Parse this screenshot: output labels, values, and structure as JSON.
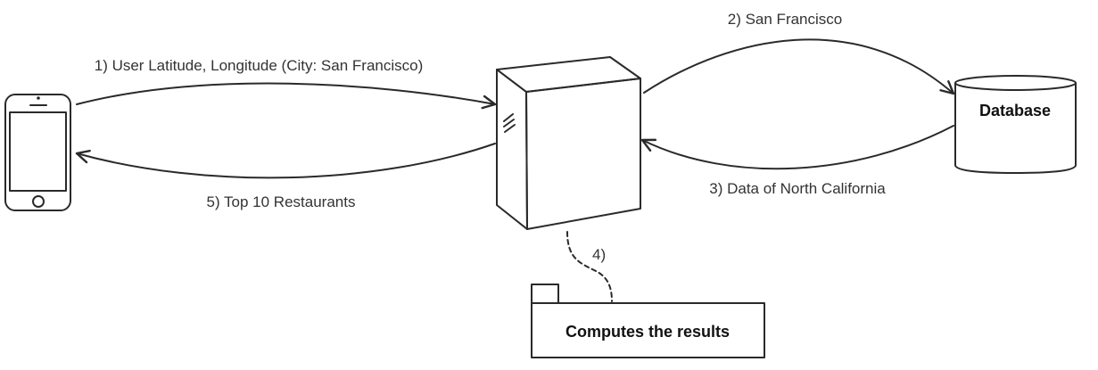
{
  "steps": {
    "step1": "1) User Latitude, Longitude (City: San Francisco)",
    "step2": "2) San Francisco",
    "step3": "3) Data of North California",
    "step4": "4)",
    "step5": "5) Top 10 Restaurants"
  },
  "nodes": {
    "database": "Database",
    "compute": "Computes the results"
  },
  "icons": {
    "client": "phone-icon",
    "server": "server-icon",
    "database": "database-icon",
    "compute": "component-package-icon"
  },
  "colors": {
    "stroke": "#2a2a2a",
    "text": "#333333",
    "background": "#ffffff"
  }
}
